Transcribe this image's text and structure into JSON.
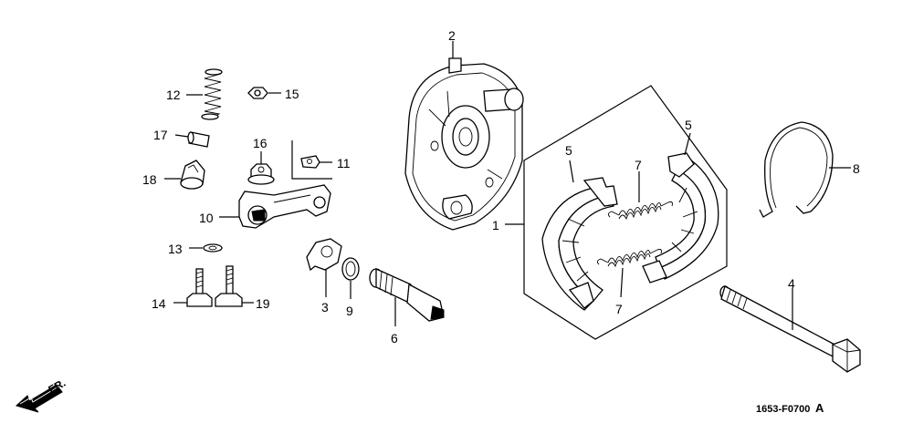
{
  "callouts": {
    "c1": "1",
    "c2": "2",
    "c3": "3",
    "c4": "4",
    "c5a": "5",
    "c5b": "5",
    "c6": "6",
    "c7a": "7",
    "c7b": "7",
    "c8": "8",
    "c9": "9",
    "c10": "10",
    "c11": "11",
    "c12": "12",
    "c13": "13",
    "c14": "14",
    "c15": "15",
    "c16": "16",
    "c17": "17",
    "c18": "18",
    "c19": "19"
  },
  "figure_code": "1653-F0700",
  "figure_suffix": "A",
  "direction_label": "FR.",
  "colors": {
    "line": "#000000",
    "background": "#ffffff"
  }
}
